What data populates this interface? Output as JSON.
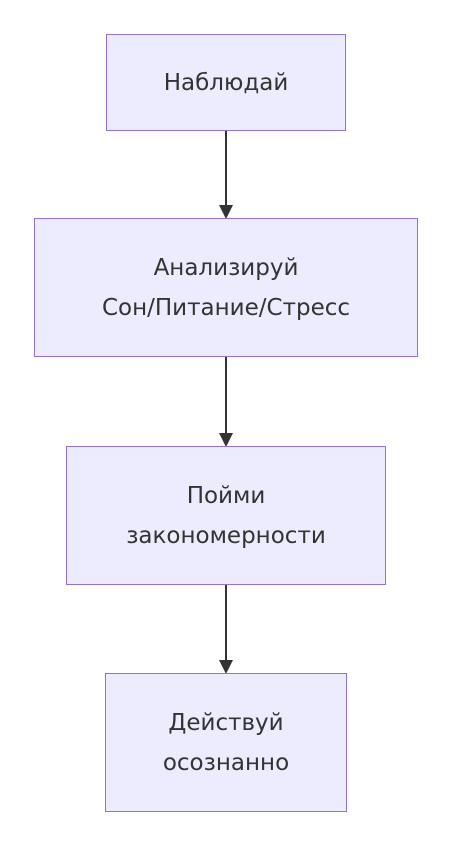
{
  "diagram": {
    "nodes": [
      {
        "id": "n1",
        "lines": [
          "Наблюдай"
        ]
      },
      {
        "id": "n2",
        "lines": [
          "Анализируй",
          "Сон/Питание/Стресс"
        ]
      },
      {
        "id": "n3",
        "lines": [
          "Пойми",
          "закономерности"
        ]
      },
      {
        "id": "n4",
        "lines": [
          "Действуй",
          "осознанно"
        ]
      }
    ],
    "edges": [
      {
        "from": "n1",
        "to": "n2"
      },
      {
        "from": "n2",
        "to": "n3"
      },
      {
        "from": "n3",
        "to": "n4"
      }
    ],
    "colors": {
      "node_fill": "#ececfe",
      "node_border": "#9370db",
      "text": "#333333",
      "edge": "#333333"
    }
  }
}
